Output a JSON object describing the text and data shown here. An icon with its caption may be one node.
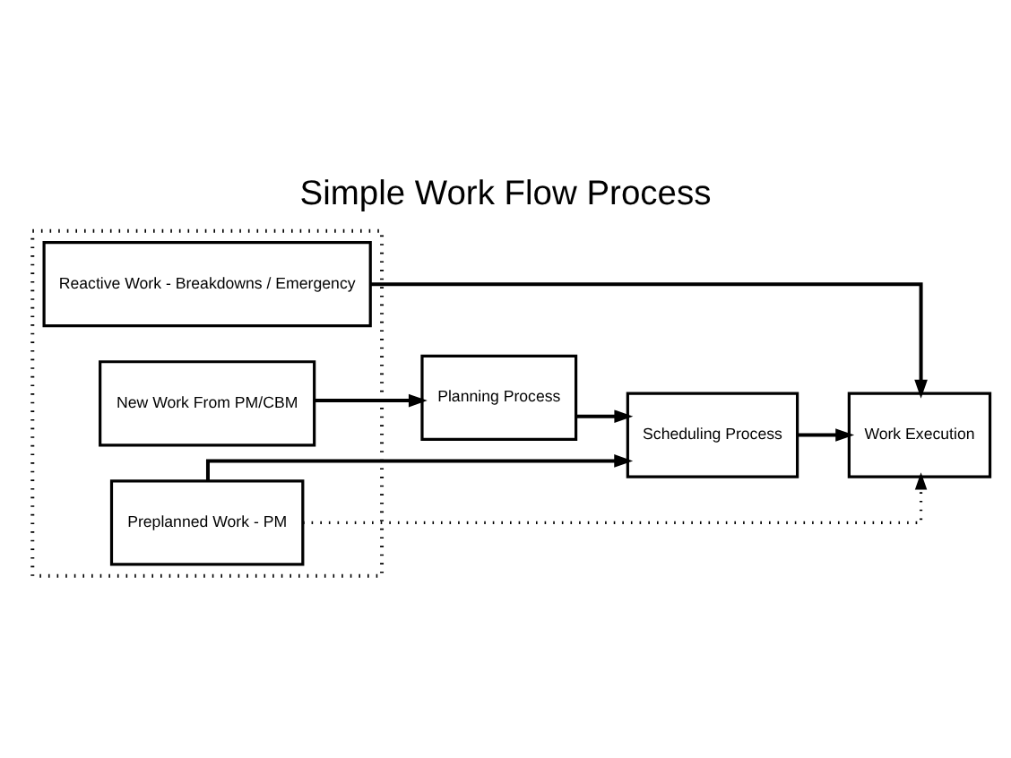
{
  "diagram": {
    "title": "Simple Work Flow Process",
    "nodes": [
      {
        "text": [],
        "shape": "box"
      },
      {
        "text": [
          "Reactive Work - Breakdowns / Emergency"
        ],
        "in": 0
      },
      {
        "text": [
          "New Work From PM/CBM"
        ],
        "in": 0
      },
      {
        "text": [
          "Preplanned Work - PM"
        ],
        "in": 0
      },
      {
        "text": [
          "Planning Process"
        ]
      },
      {
        "text": [
          "Scheduling Process"
        ]
      },
      {
        "text": [
          "Work Execution"
        ]
      }
    ],
    "edges": [
      {
        "from": 1,
        "to": 6,
        "arrow": "to"
      },
      {
        "from": 2,
        "to": 4,
        "arrow": "to"
      },
      {
        "from": 4,
        "to": 5,
        "arrow": "to"
      },
      {
        "from": 5,
        "to": 6,
        "arrow": "to"
      },
      {
        "from": 3,
        "to": 5,
        "arrow": "to"
      },
      {
        "from": 3,
        "to": 6,
        "arrow": "to",
        "style": "dashed"
      }
    ]
  }
}
